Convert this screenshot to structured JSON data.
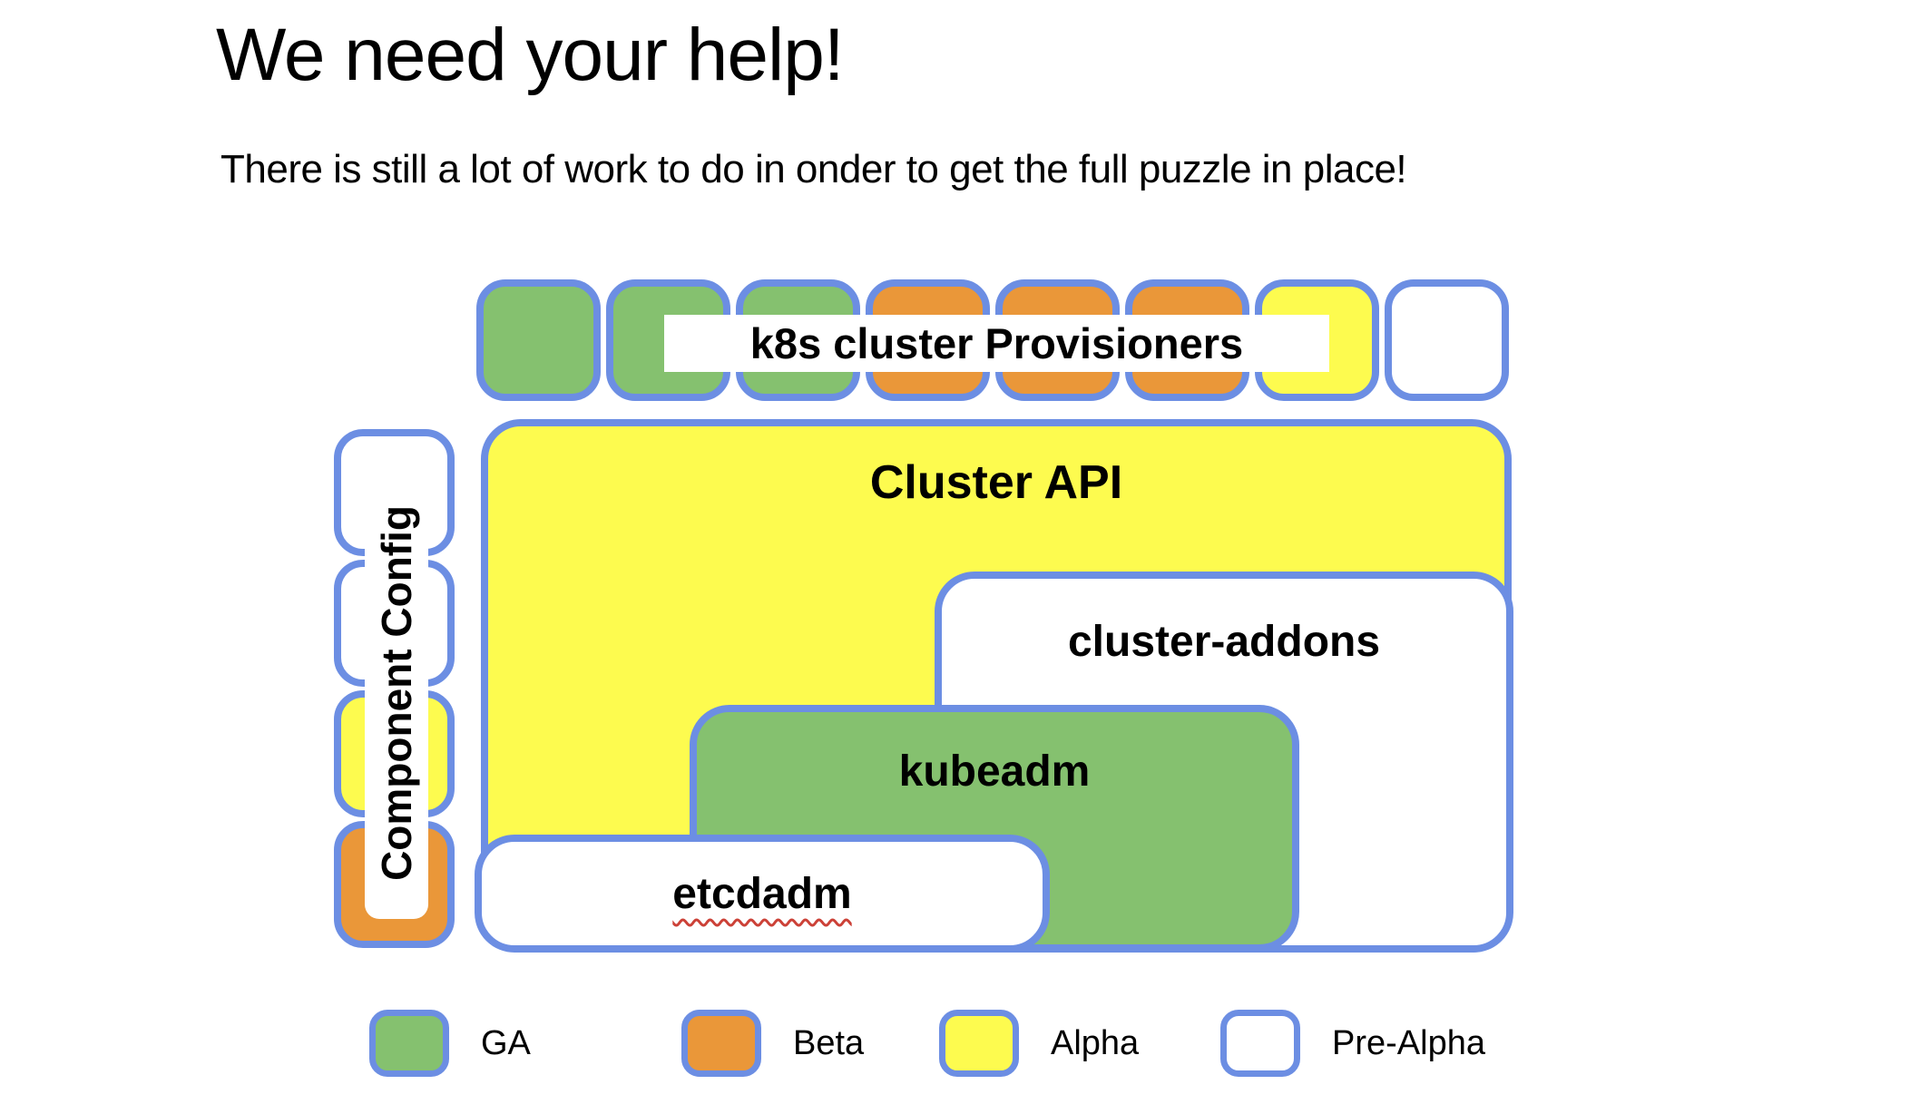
{
  "slide": {
    "title": "We need your help!",
    "subtitle": "There is still a lot of work to do in onder to get the full puzzle in place!"
  },
  "colors": {
    "ga_green": "#85C16F",
    "beta_orange": "#EA9739",
    "alpha_yellow": "#FDFB4F",
    "pre_alpha_white": "#FFFFFF",
    "border_blue": "#6C8EE3",
    "squiggle_red": "#CC4137"
  },
  "puzzle": {
    "provisioners_label": "k8s cluster Provisioners",
    "provisioners_tiles": [
      "ga",
      "ga",
      "ga",
      "beta",
      "beta",
      "beta",
      "alpha",
      "pre-alpha"
    ],
    "component_config_label": "Component Config",
    "component_config_tiles": [
      "pre-alpha",
      "pre-alpha",
      "alpha",
      "beta"
    ],
    "blocks": [
      {
        "id": "cluster-api",
        "label": "Cluster API",
        "status": "alpha"
      },
      {
        "id": "cluster-addons",
        "label": "cluster-addons",
        "status": "pre-alpha"
      },
      {
        "id": "kubeadm",
        "label": "kubeadm",
        "status": "ga"
      },
      {
        "id": "etcdadm",
        "label": "etcdadm",
        "status": "pre-alpha"
      }
    ]
  },
  "legend": [
    {
      "label": "GA",
      "status": "ga"
    },
    {
      "label": "Beta",
      "status": "beta"
    },
    {
      "label": "Alpha",
      "status": "alpha"
    },
    {
      "label": "Pre-Alpha",
      "status": "pre-alpha"
    }
  ]
}
